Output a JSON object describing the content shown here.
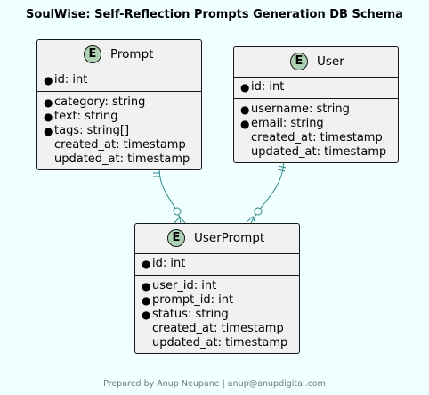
{
  "title": "SoulWise: Self-Reflection Prompts Generation DB Schema",
  "footer": "Prepared by Anup Neupane | anup@anupdigital.com",
  "badge_letter": "E",
  "entities": {
    "prompt": {
      "name": "Prompt",
      "key_fields": [
        {
          "bullet": "●",
          "text": "id: int"
        }
      ],
      "fields": [
        {
          "bullet": "●",
          "text": "category: string"
        },
        {
          "bullet": "●",
          "text": "text: string"
        },
        {
          "bullet": "●",
          "text": "tags: string[]"
        },
        {
          "bullet": "",
          "text": "created_at: timestamp"
        },
        {
          "bullet": "",
          "text": "updated_at: timestamp"
        }
      ]
    },
    "user": {
      "name": "User",
      "key_fields": [
        {
          "bullet": "●",
          "text": "id: int"
        }
      ],
      "fields": [
        {
          "bullet": "●",
          "text": "username: string"
        },
        {
          "bullet": "●",
          "text": "email: string"
        },
        {
          "bullet": "",
          "text": "created_at: timestamp"
        },
        {
          "bullet": "",
          "text": "updated_at: timestamp"
        }
      ]
    },
    "userprompt": {
      "name": "UserPrompt",
      "key_fields": [
        {
          "bullet": "●",
          "text": "id: int"
        }
      ],
      "fields": [
        {
          "bullet": "●",
          "text": "user_id: int"
        },
        {
          "bullet": "●",
          "text": "prompt_id: int"
        },
        {
          "bullet": "●",
          "text": "status: string"
        },
        {
          "bullet": "",
          "text": "created_at: timestamp"
        },
        {
          "bullet": "",
          "text": "updated_at: timestamp"
        }
      ]
    }
  },
  "colors": {
    "background": "#F0FFFF",
    "entity_fill": "#F1F1F1",
    "badge_fill": "#ADD1B2",
    "border": "#181818",
    "relationship_line": "#2E8B8B"
  }
}
